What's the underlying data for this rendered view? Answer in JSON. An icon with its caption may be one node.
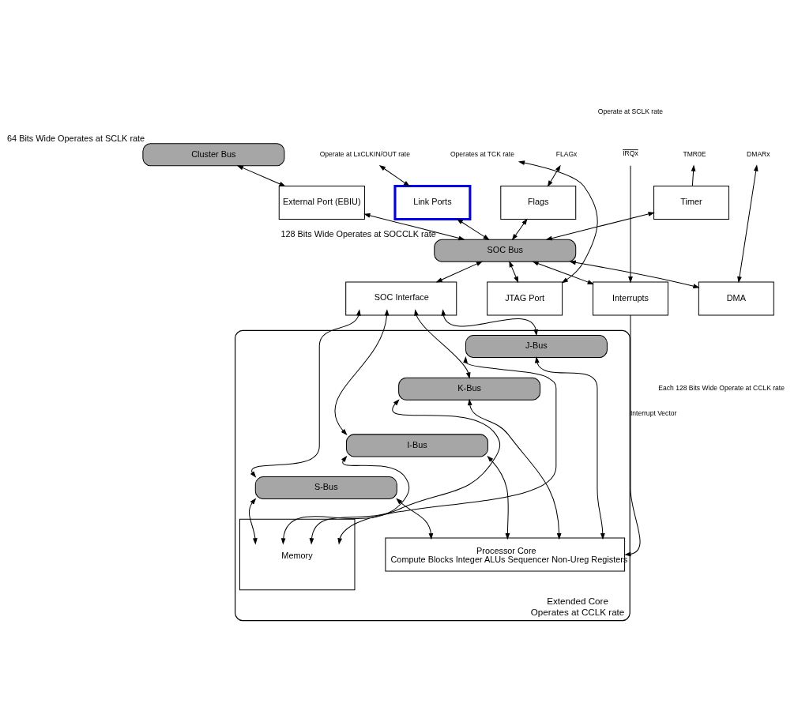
{
  "diagram": {
    "nodes": [
      {
        "text": [
          "Cluster Bus"
        ],
        "beside": [
          "64 Bits Wide Operates at SCLK rate"
        ]
      },
      {
        "text": [
          "External Port (EBIU)"
        ]
      },
      {
        "text": [
          "Link Ports"
        ]
      },
      {
        "text": [
          "Flags"
        ]
      },
      {
        "text": [
          "Timer"
        ]
      },
      {
        "text": [
          "SOC Bus"
        ],
        "beside": [
          "128 Bits Wide Operates at SOCCLK rate"
        ]
      },
      {
        "text": [
          "SOC Interface"
        ]
      },
      {
        "text": [
          "JTAG Port"
        ]
      },
      {
        "text": [
          "Interrupts"
        ]
      },
      {
        "text": [
          "DMA"
        ]
      },
      {
        "text": [
          "Extended Core",
          "Operates at CCLK rate"
        ]
      },
      {
        "text": [
          "J-Bus"
        ],
        "in": 10
      },
      {
        "text": [
          "K-Bus"
        ],
        "in": 10
      },
      {
        "text": [
          "I-Bus"
        ],
        "in": 10
      },
      {
        "text": [
          "S-Bus"
        ],
        "in": 10
      },
      {
        "text": [
          "Memory"
        ],
        "in": 10
      },
      {
        "text": [
          "Processor Core",
          "Compute Blocks Integer ALUs Sequencer Non-Ureg Registers"
        ],
        "in": 10
      },
      {
        "text": [
          "Operate at LxCLKIN/OUT rate"
        ]
      },
      {
        "text": [
          "Operates at TCK rate"
        ]
      },
      {
        "text": [
          "FLAGx"
        ]
      },
      {
        "text": [
          "IRQx"
        ]
      },
      {
        "text": [
          "TMR0E"
        ]
      },
      {
        "text": [
          "DMARx"
        ]
      }
    ],
    "edges": [
      {
        "from": 0,
        "to": 1,
        "arrow": "both"
      },
      {
        "from": 1,
        "to": 5,
        "arrow": "both"
      },
      {
        "from": 17,
        "to": 2,
        "arrow": "both"
      },
      {
        "from": 2,
        "to": 5,
        "arrow": "both"
      },
      {
        "from": 19,
        "to": 3,
        "arrow": "both"
      },
      {
        "from": 3,
        "to": 5,
        "arrow": "both"
      },
      {
        "from": 4,
        "to": 21,
        "arrow": "to"
      },
      {
        "from": 4,
        "to": 5,
        "arrow": "both"
      },
      {
        "from": 5,
        "to": 6,
        "arrow": "both"
      },
      {
        "from": 5,
        "to": 7,
        "arrow": "both"
      },
      {
        "from": 5,
        "to": 8,
        "arrow": "both"
      },
      {
        "from": 5,
        "to": 9,
        "arrow": "both"
      },
      {
        "from": 7,
        "to": 18,
        "arrow": "both"
      },
      {
        "from": 20,
        "to": 8,
        "arrow": "to"
      },
      {
        "from": 22,
        "to": 9,
        "arrow": "both"
      },
      {
        "from": 8,
        "to": 16,
        "arrow": "to",
        "label": "Interrupt Vector"
      },
      {
        "from": 6,
        "to": 14,
        "arrow": "both"
      },
      {
        "from": 6,
        "to": 13,
        "arrow": "both"
      },
      {
        "from": 6,
        "to": 12,
        "arrow": "both"
      },
      {
        "from": 6,
        "to": 11,
        "arrow": "both"
      },
      {
        "from": 14,
        "to": 15,
        "arrow": "both"
      },
      {
        "from": 13,
        "to": 15,
        "arrow": "both"
      },
      {
        "from": 12,
        "to": 15,
        "arrow": "both"
      },
      {
        "from": 11,
        "to": 15,
        "arrow": "both"
      },
      {
        "from": 14,
        "to": 16,
        "arrow": "both"
      },
      {
        "from": 13,
        "to": 16,
        "arrow": "both"
      },
      {
        "from": 12,
        "to": 16,
        "arrow": "both"
      },
      {
        "from": 11,
        "to": 16,
        "arrow": "both"
      }
    ],
    "labels": [
      "Operate at SCLK rate",
      "Each 128 Bits Wide Operate at CCLK rate"
    ]
  }
}
